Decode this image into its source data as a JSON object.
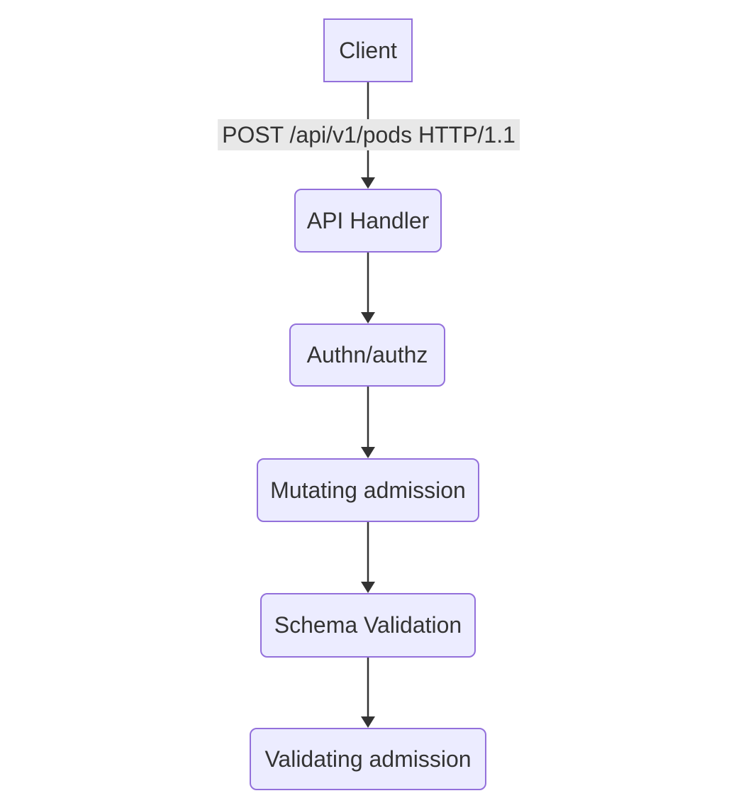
{
  "diagram": {
    "type": "flowchart",
    "direction": "top-down",
    "nodes": [
      {
        "id": "client",
        "label": "Client",
        "shape": "rectangle"
      },
      {
        "id": "api-handler",
        "label": "API Handler",
        "shape": "rounded"
      },
      {
        "id": "authn-authz",
        "label": "Authn/authz",
        "shape": "rounded"
      },
      {
        "id": "mutating-admission",
        "label": "Mutating admission",
        "shape": "rounded"
      },
      {
        "id": "schema-validation",
        "label": "Schema Validation",
        "shape": "rounded"
      },
      {
        "id": "validating-admission",
        "label": "Validating admission",
        "shape": "rounded"
      }
    ],
    "edges": [
      {
        "from": "client",
        "to": "api-handler",
        "label": "POST /api/v1/pods HTTP/1.1",
        "arrow": "solid"
      },
      {
        "from": "api-handler",
        "to": "authn-authz",
        "label": "",
        "arrow": "solid"
      },
      {
        "from": "authn-authz",
        "to": "mutating-admission",
        "label": "",
        "arrow": "solid"
      },
      {
        "from": "mutating-admission",
        "to": "schema-validation",
        "label": "",
        "arrow": "solid"
      },
      {
        "from": "schema-validation",
        "to": "validating-admission",
        "label": "",
        "arrow": "solid"
      }
    ],
    "colors": {
      "node_fill": "#ECECFF",
      "node_border": "#9370DB",
      "node_text": "#333333",
      "edge_stroke": "#333333",
      "arrowhead": "#333333",
      "edge_label_bg": "#E8E8E8",
      "edge_label_text": "#333333",
      "canvas_bg": "#FFFFFF"
    }
  }
}
